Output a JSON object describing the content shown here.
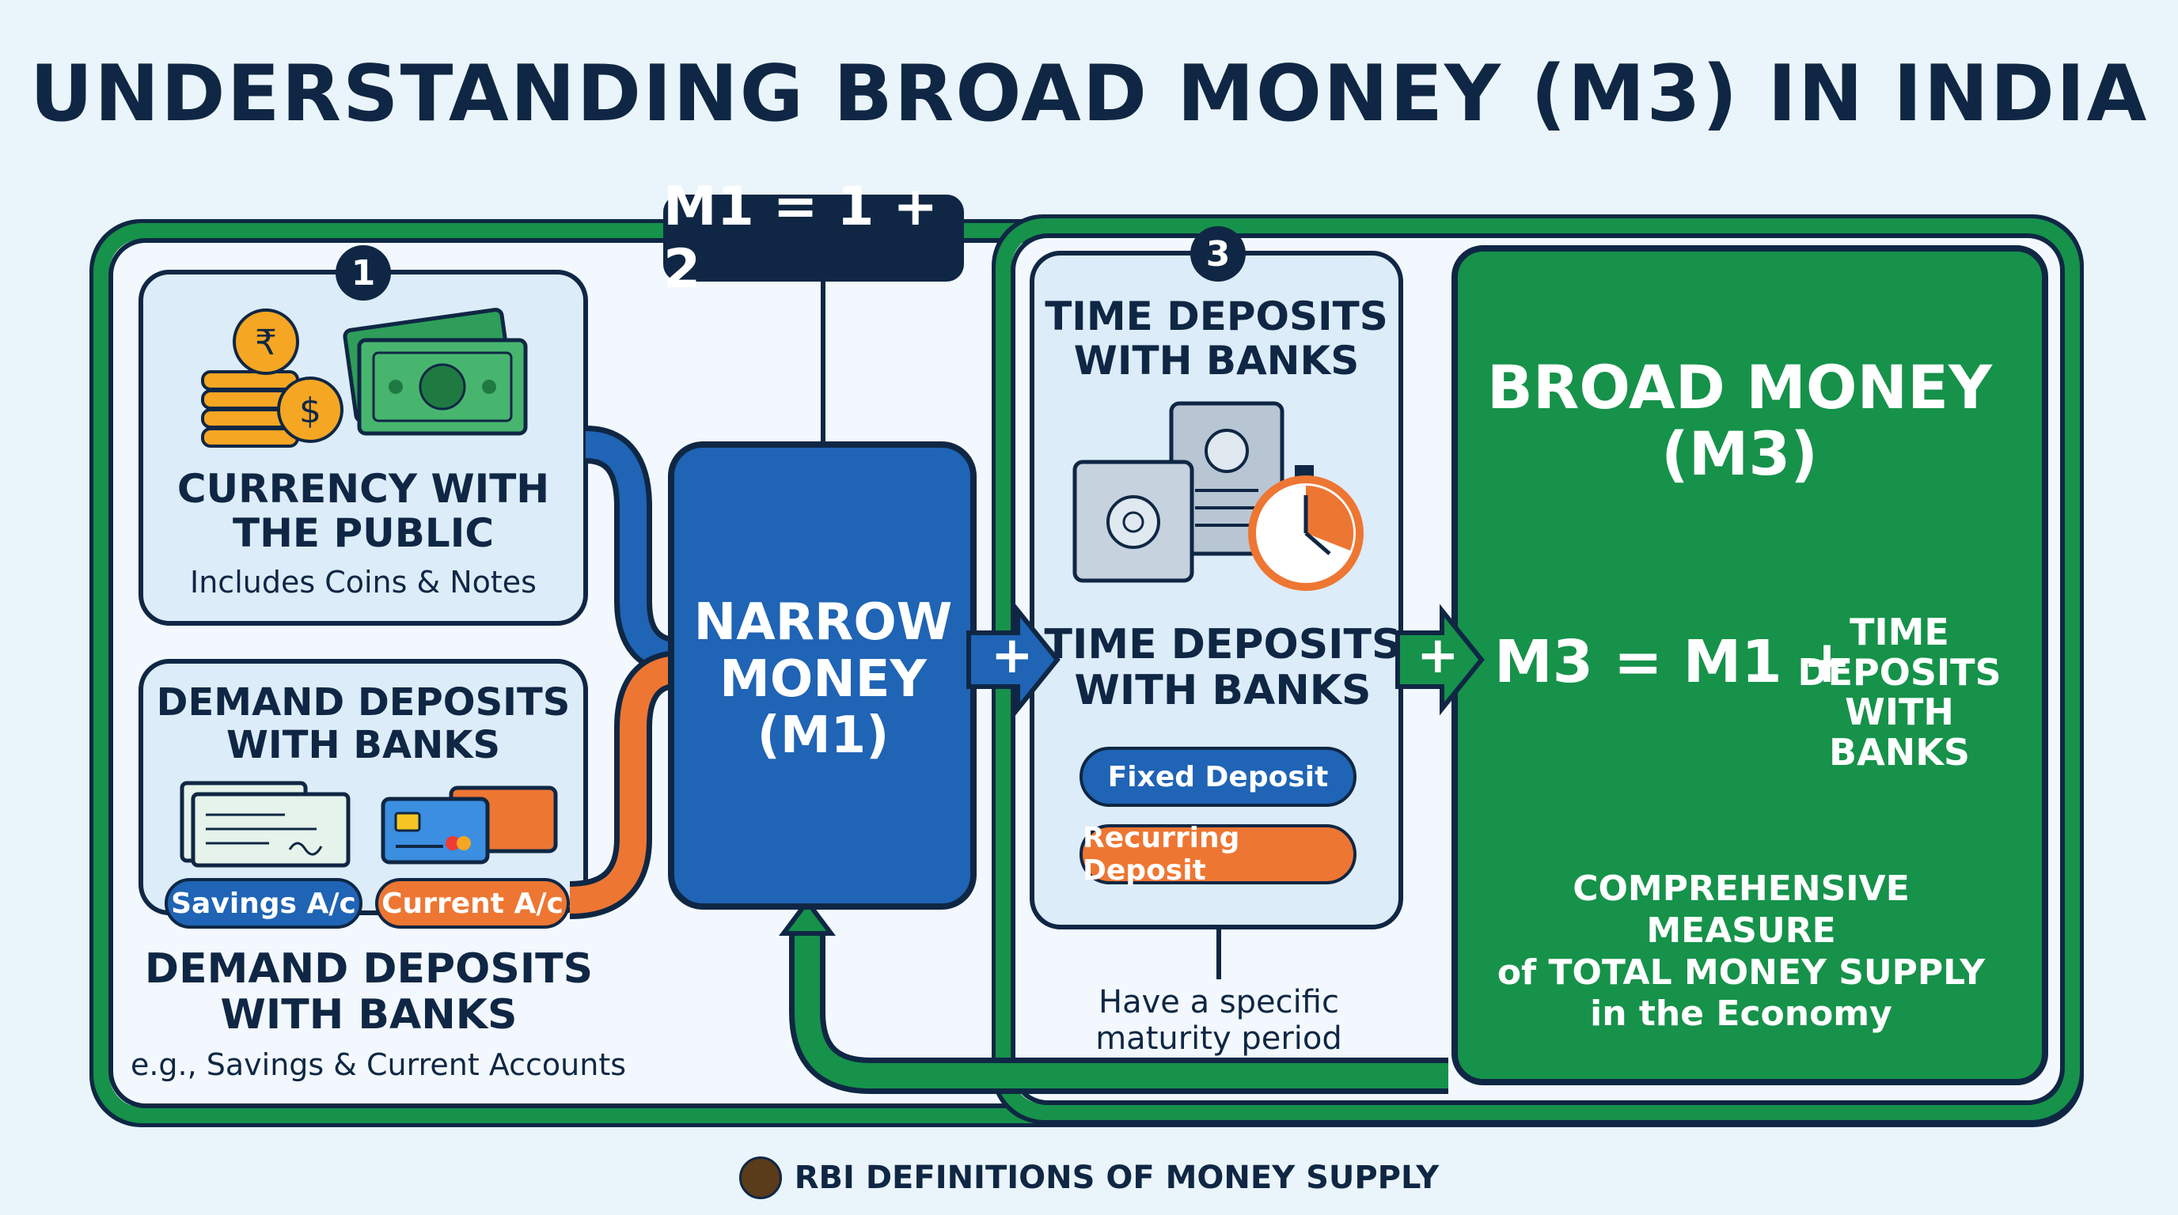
{
  "title": "UNDERSTANDING BROAD MONEY (M3) IN INDIA",
  "m1_formula": "M1 = 1 + 2",
  "component1": {
    "number": "1",
    "heading_line1": "CURRENCY WITH",
    "heading_line2": "THE PUBLIC",
    "subtext": "Includes Coins & Notes"
  },
  "component2": {
    "heading_line1": "DEMAND DEPOSITS",
    "heading_line2": "WITH BANKS",
    "pill_savings": "Savings A/c",
    "pill_current": "Current A/c",
    "caption_line1": "DEMAND DEPOSITS",
    "caption_line2": "WITH BANKS",
    "caption_sub": "e.g., Savings & Current Accounts"
  },
  "narrow_money": {
    "line1": "NARROW",
    "line2": "MONEY",
    "line3": "(M1)"
  },
  "plus_sign": "+",
  "component3": {
    "number": "3",
    "top_line1": "TIME DEPOSITS",
    "top_line2": "WITH BANKS",
    "mid_line1": "TIME DEPOSITS",
    "mid_line2": "WITH BANKS",
    "pill_fixed": "Fixed Deposit",
    "pill_recurring": "Recurring Deposit",
    "note_line1": "Have a specific",
    "note_line2": "maturity period"
  },
  "broad_money": {
    "title_line1": "BROAD MONEY",
    "title_line2": "(M3)",
    "formula": "M3 = M1 +",
    "formula_right_line1": "TIME",
    "formula_right_line2": "DEPOSITS",
    "formula_right_line3": "WITH BANKS",
    "desc_line1": "COMPREHENSIVE MEASURE",
    "desc_line2": "of TOTAL MONEY SUPPLY",
    "desc_line3": "in the Economy"
  },
  "footer": "RBI DEFINITIONS OF MONEY SUPPLY",
  "colors": {
    "navy": "#0f2744",
    "blue": "#1f64b5",
    "green": "#16924a",
    "orange": "#ee7633",
    "light_panel": "#dcecf9"
  }
}
